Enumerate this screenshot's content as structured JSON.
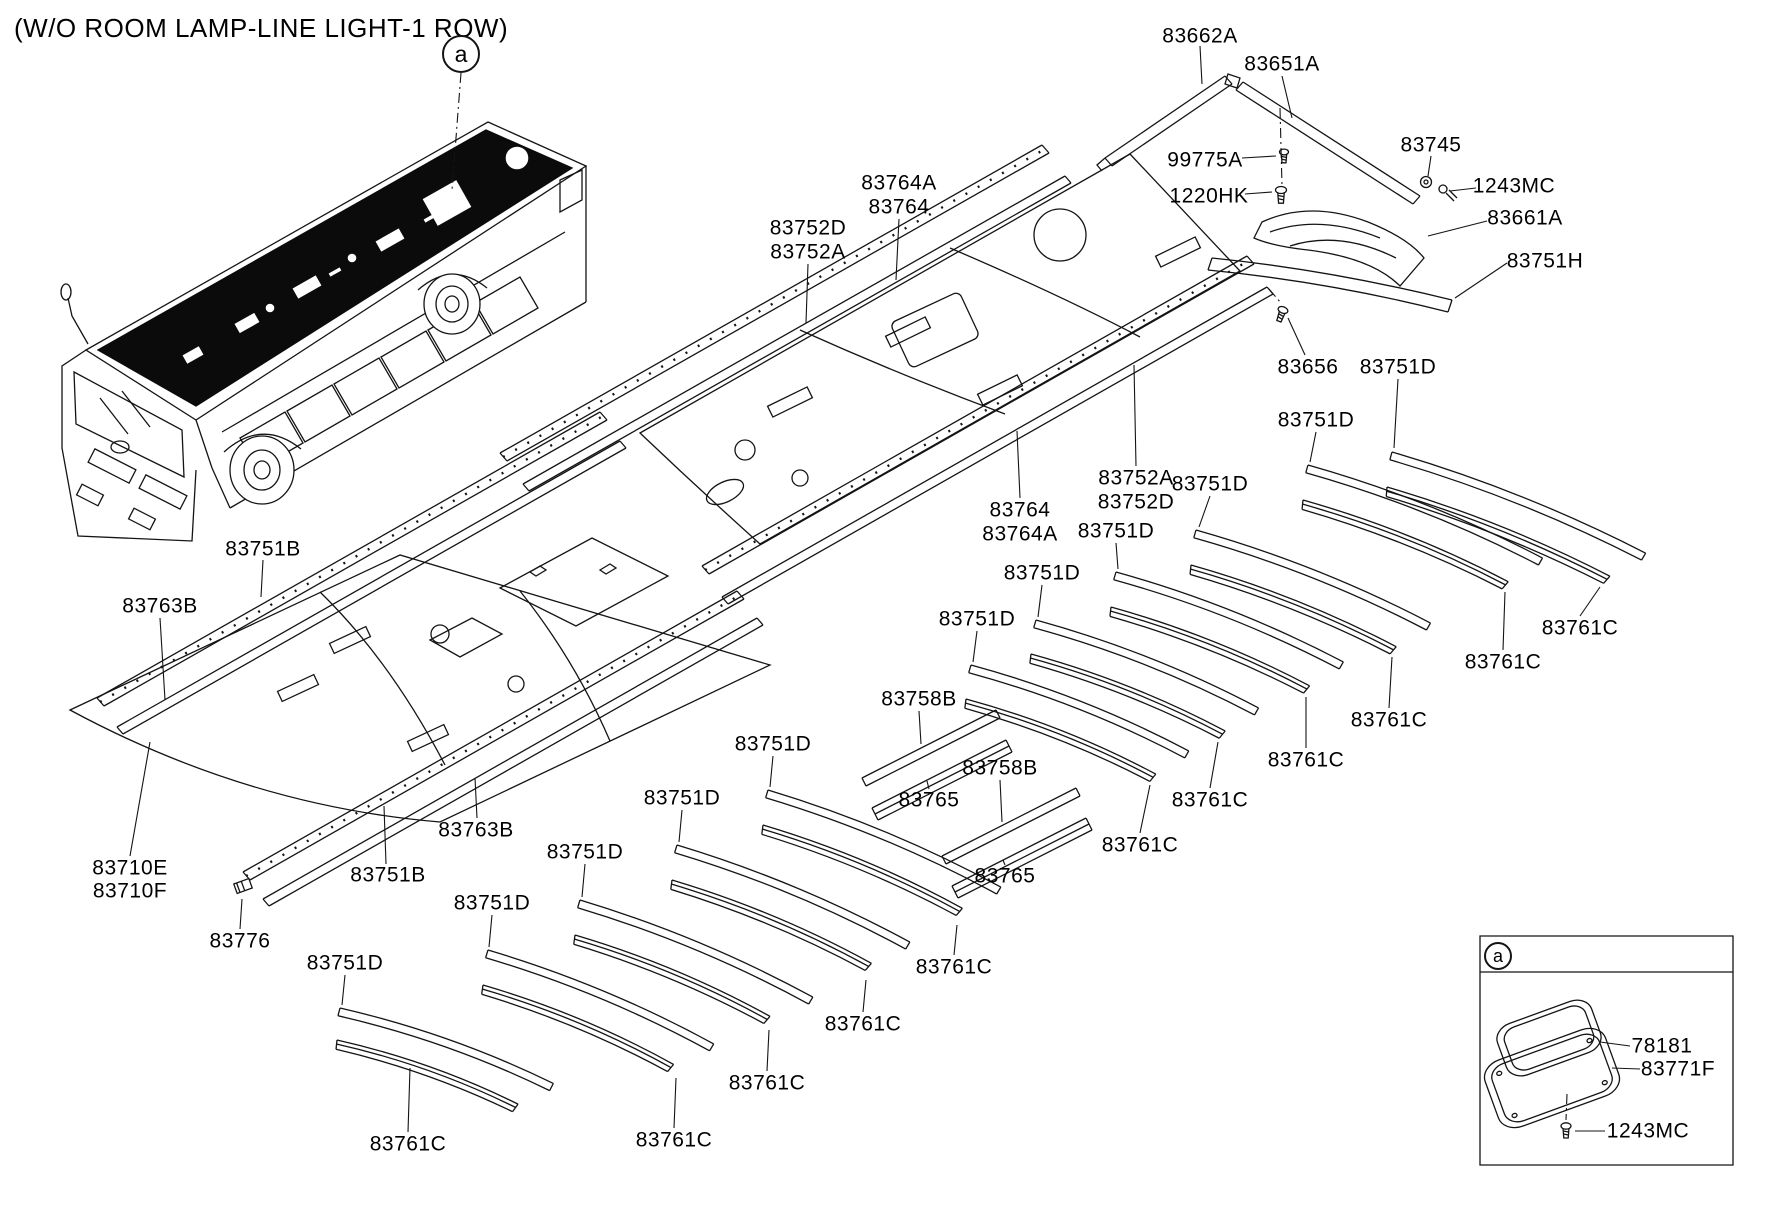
{
  "title": "(W/O ROOM LAMP-LINE LIGHT-1 ROW)",
  "markers": {
    "top": "a",
    "inset": "a"
  },
  "colors": {
    "line": "#141414",
    "background": "#ffffff",
    "roof_fill": "#0b0b0b"
  },
  "parts": [
    {
      "text": "83662A"
    },
    {
      "text": "83651A"
    },
    {
      "text": "99775A"
    },
    {
      "text": "1220HK"
    },
    {
      "text": "83745"
    },
    {
      "text": "1243MC"
    },
    {
      "text": "83661A"
    },
    {
      "text": "83751H"
    },
    {
      "text": "83764A"
    },
    {
      "text": "83764"
    },
    {
      "text": "83752D"
    },
    {
      "text": "83752A"
    },
    {
      "text": "83656"
    },
    {
      "text": "83751D"
    },
    {
      "text": "83751D"
    },
    {
      "text": "83752A"
    },
    {
      "text": "83752D"
    },
    {
      "text": "83751D"
    },
    {
      "text": "83764"
    },
    {
      "text": "83764A"
    },
    {
      "text": "83751D"
    },
    {
      "text": "83751D"
    },
    {
      "text": "83751D"
    },
    {
      "text": "83761C"
    },
    {
      "text": "83761C"
    },
    {
      "text": "83761C"
    },
    {
      "text": "83761C"
    },
    {
      "text": "83761C"
    },
    {
      "text": "83761C"
    },
    {
      "text": "83758B"
    },
    {
      "text": "83765"
    },
    {
      "text": "83758B"
    },
    {
      "text": "83765"
    },
    {
      "text": "83751D"
    },
    {
      "text": "83751D"
    },
    {
      "text": "83751D"
    },
    {
      "text": "83751D"
    },
    {
      "text": "83751D"
    },
    {
      "text": "83761C"
    },
    {
      "text": "83761C"
    },
    {
      "text": "83761C"
    },
    {
      "text": "83761C"
    },
    {
      "text": "83761C"
    },
    {
      "text": "83751B"
    },
    {
      "text": "83763B"
    },
    {
      "text": "83751B"
    },
    {
      "text": "83763B"
    },
    {
      "text": "83710E"
    },
    {
      "text": "83710F"
    },
    {
      "text": "83776"
    },
    {
      "text": "78181"
    },
    {
      "text": "83771F"
    },
    {
      "text": "1243MC"
    }
  ]
}
